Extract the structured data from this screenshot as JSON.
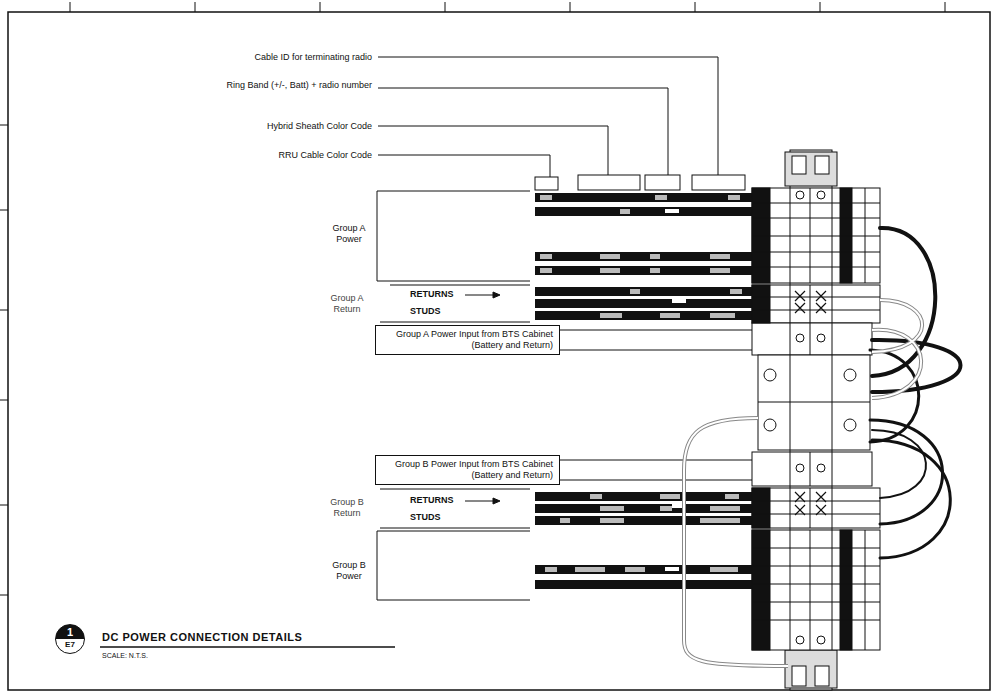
{
  "diagram": {
    "title": "DC POWER CONNECTION DETAILS",
    "nodes": [
      {
        "text": [
          "Group A Power Input from BTS Cabinet (Battery and Return)"
        ]
      },
      {
        "text": [
          "Group B Power Input from BTS Cabinet (Battery and Return)"
        ]
      },
      {
        "text": [
          "1",
          "E7"
        ]
      }
    ],
    "labels": [
      "Cable ID for terminating radio",
      "Ring Band (+/-, Batt) + radio number",
      "Hybrid Sheath Color Code",
      "RRU Cable Color Code",
      "Group A Power",
      "Group A Return",
      "RETURNS",
      "STUDS",
      "Group B Return",
      "RETURNS",
      "STUDS",
      "Group B Power",
      "SCALE: N.T.S."
    ]
  }
}
